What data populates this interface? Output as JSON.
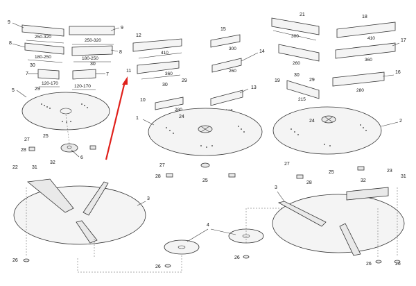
{
  "diagram": {
    "labels": {
      "l1": "1",
      "l2": "2",
      "l3": "3",
      "l4": "4",
      "l5": "5",
      "l6": "6",
      "l7": "7",
      "l8": "8",
      "l9": "9",
      "l10": "10",
      "l11": "11",
      "l12": "12",
      "l13": "13",
      "l14": "14",
      "l15": "15",
      "l16": "16",
      "l17": "17",
      "l18": "18",
      "l19": "19",
      "l21": "21",
      "l22": "22",
      "l23": "23",
      "l24": "24",
      "l25": "25",
      "l26": "26",
      "l27": "27",
      "l28": "28",
      "l29": "29",
      "l30": "30",
      "l31": "31",
      "l32": "32"
    },
    "dimensions": {
      "d250_320": "250-320",
      "d180_250": "180-250",
      "d120_170": "120-170",
      "d410": "410",
      "d360": "360",
      "d280": "280",
      "d300": "300",
      "d260": "260",
      "d215": "215"
    },
    "accent_color": "#e0201b"
  }
}
